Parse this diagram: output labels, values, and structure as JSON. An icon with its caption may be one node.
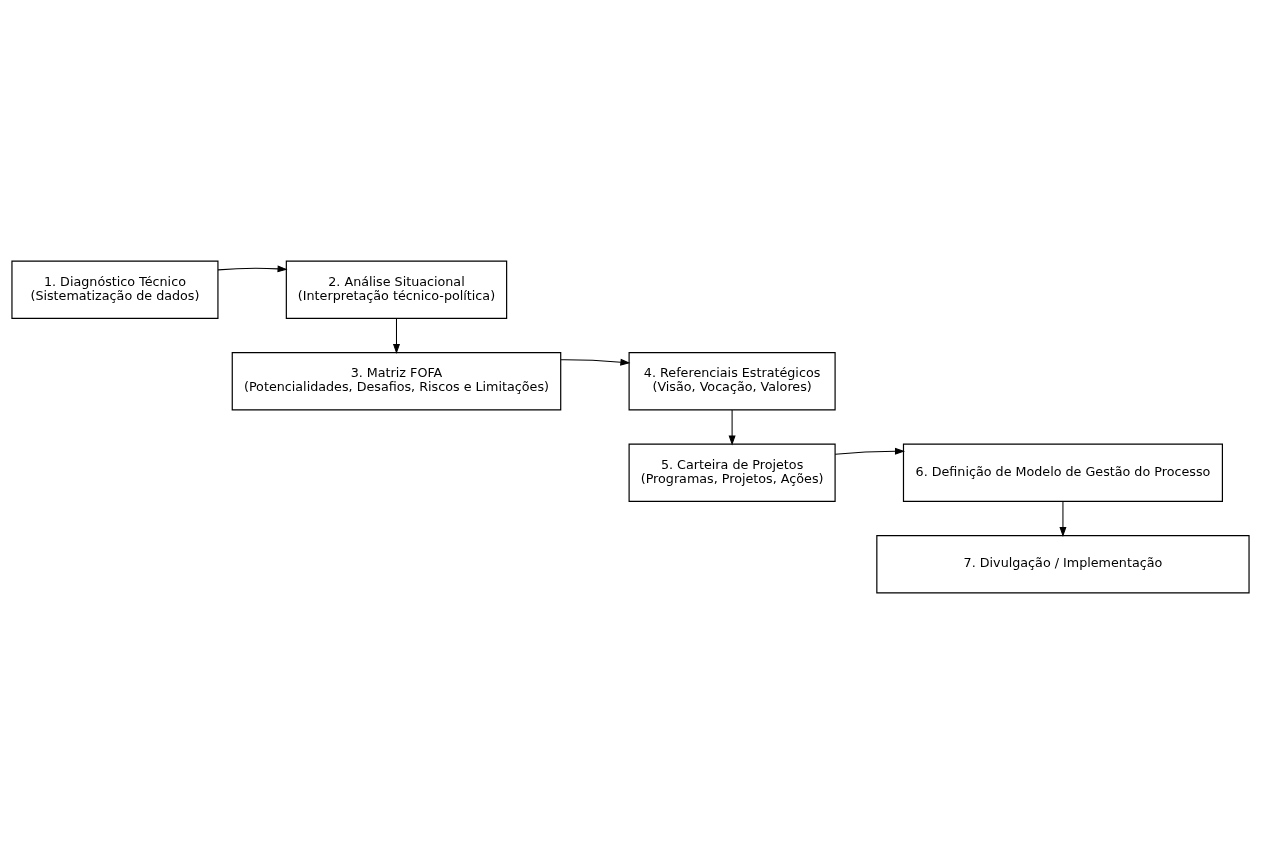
{
  "diagram": {
    "nodes": [
      {
        "text": [
          "1. Diagnóstico Técnico",
          "(Sistematização de dados)"
        ]
      },
      {
        "text": [
          "2. Análise Situacional",
          "(Interpretação técnico-política)"
        ]
      },
      {
        "text": [
          "3. Matriz FOFA",
          "(Potencialidades, Desafios, Riscos e Limitações)"
        ]
      },
      {
        "text": [
          "4. Referenciais Estratégicos",
          "(Visão, Vocação, Valores)"
        ]
      },
      {
        "text": [
          "5. Carteira de Projetos",
          "(Programas, Projetos, Ações)"
        ]
      },
      {
        "text": [
          "6. Definição de Modelo de Gestão do Processo"
        ]
      },
      {
        "text": [
          "7. Divulgação / Implementação"
        ]
      }
    ],
    "edges": [
      {
        "from": 0,
        "to": 1,
        "arrow": "to"
      },
      {
        "from": 1,
        "to": 2,
        "arrow": "to"
      },
      {
        "from": 2,
        "to": 3,
        "arrow": "to"
      },
      {
        "from": 3,
        "to": 4,
        "arrow": "to"
      },
      {
        "from": 4,
        "to": 5,
        "arrow": "to"
      },
      {
        "from": 5,
        "to": 6,
        "arrow": "to"
      }
    ]
  }
}
